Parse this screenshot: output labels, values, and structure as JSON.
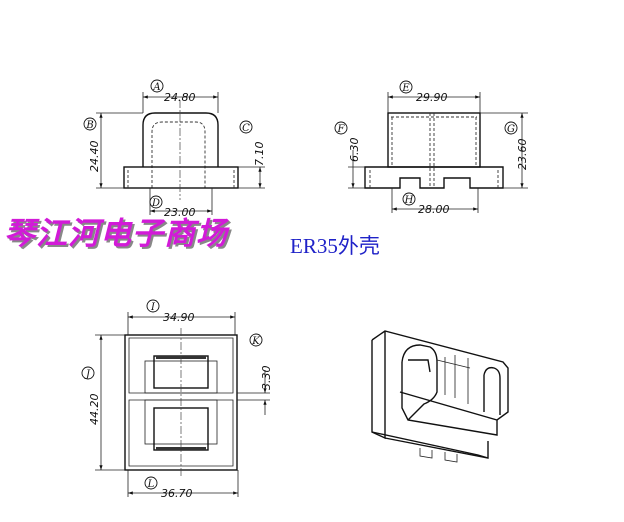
{
  "title": "ER35外壳",
  "watermark": "琴江河电子商场",
  "colors": {
    "watermark": "#d21ad8",
    "title": "#1f22c8"
  },
  "front_view": {
    "A": {
      "label": "A",
      "value": "24.80"
    },
    "B": {
      "label": "B",
      "value": "24.40"
    },
    "C": {
      "label": "C",
      "value": "7.10"
    },
    "D": {
      "label": "D",
      "value": "23.00"
    }
  },
  "side_view": {
    "E": {
      "label": "E",
      "value": "29.90"
    },
    "F": {
      "label": "F",
      "value": "6.30"
    },
    "G": {
      "label": "G",
      "value": "23.60"
    },
    "H": {
      "label": "H",
      "value": "28.00"
    }
  },
  "top_view": {
    "I": {
      "label": "I",
      "value": "34.90"
    },
    "J": {
      "label": "J",
      "value": "44.20"
    },
    "K": {
      "label": "K",
      "value": "3.30"
    },
    "L": {
      "label": "L",
      "value": "36.70"
    }
  }
}
